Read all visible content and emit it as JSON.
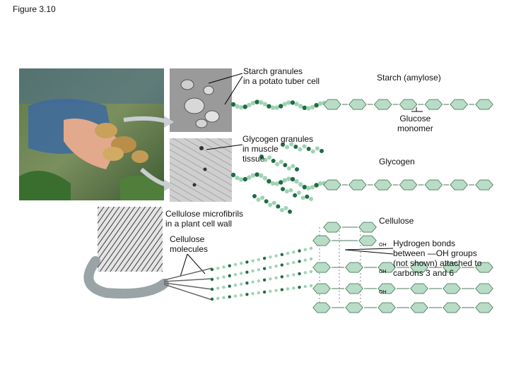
{
  "figure_title": "Figure 3.10",
  "labels": {
    "starch_granules": "Starch granules\nin a potato tuber cell",
    "starch_amylose": "Starch (amylose)",
    "glucose_monomer": "Glucose\nmonomer",
    "glycogen_granules": "Glycogen granules\nin muscle\ntissue",
    "glycogen": "Glycogen",
    "cellulose_microfibrils": "Cellulose microfibrils\nin a plant cell wall",
    "cellulose": "Cellulose",
    "cellulose_molecules": "Cellulose\nmolecules",
    "hydrogen_bonds": "Hydrogen bonds\nbetween —OH groups\n(not shown) attached to\ncarbons 3 and 6",
    "oh": "OH"
  },
  "colors": {
    "ring_fill": "#b9dcc6",
    "ring_stroke": "#4a7a5c",
    "bead_dark": "#1f6b45",
    "bead_light": "#9fd3b3",
    "fiber": "#9aa3a6",
    "arrow": "#c9ced1"
  },
  "icons": [
    "potato-photo",
    "starch-micrograph",
    "glycogen-micrograph",
    "cellulose-micrograph"
  ]
}
